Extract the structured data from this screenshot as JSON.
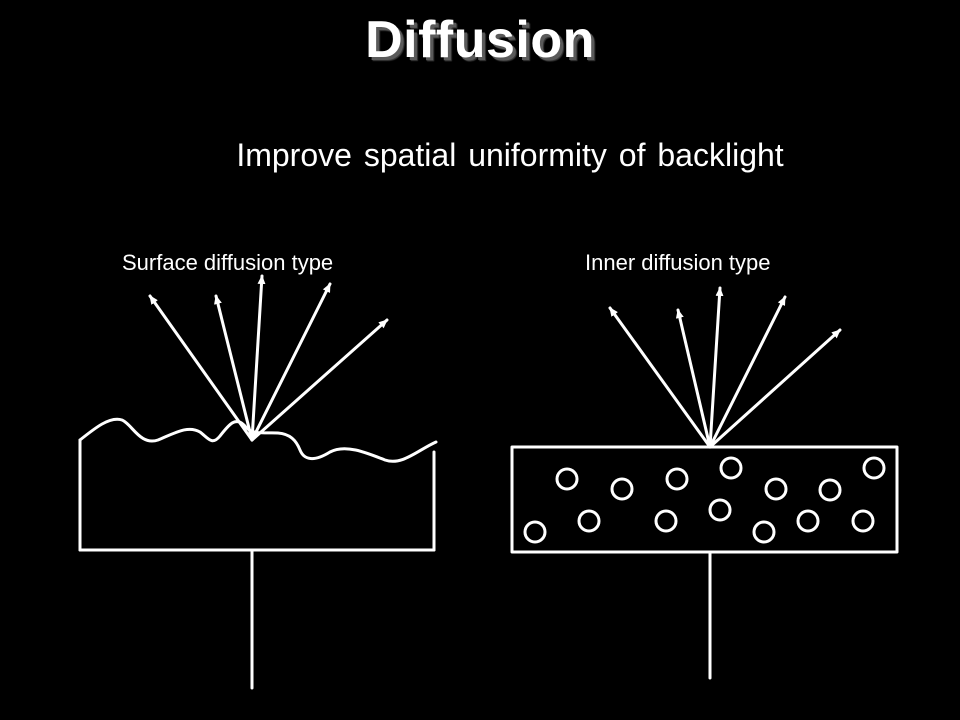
{
  "slide": {
    "title": "Diffusion",
    "subtitle": "Improve spatial uniformity of backlight"
  },
  "left_panel": {
    "label": "Surface diffusion type"
  },
  "right_panel": {
    "label": "Inner diffusion type"
  },
  "colors": {
    "background": "#000000",
    "foreground": "#ffffff",
    "title_shadow": "#5a5a5a"
  }
}
